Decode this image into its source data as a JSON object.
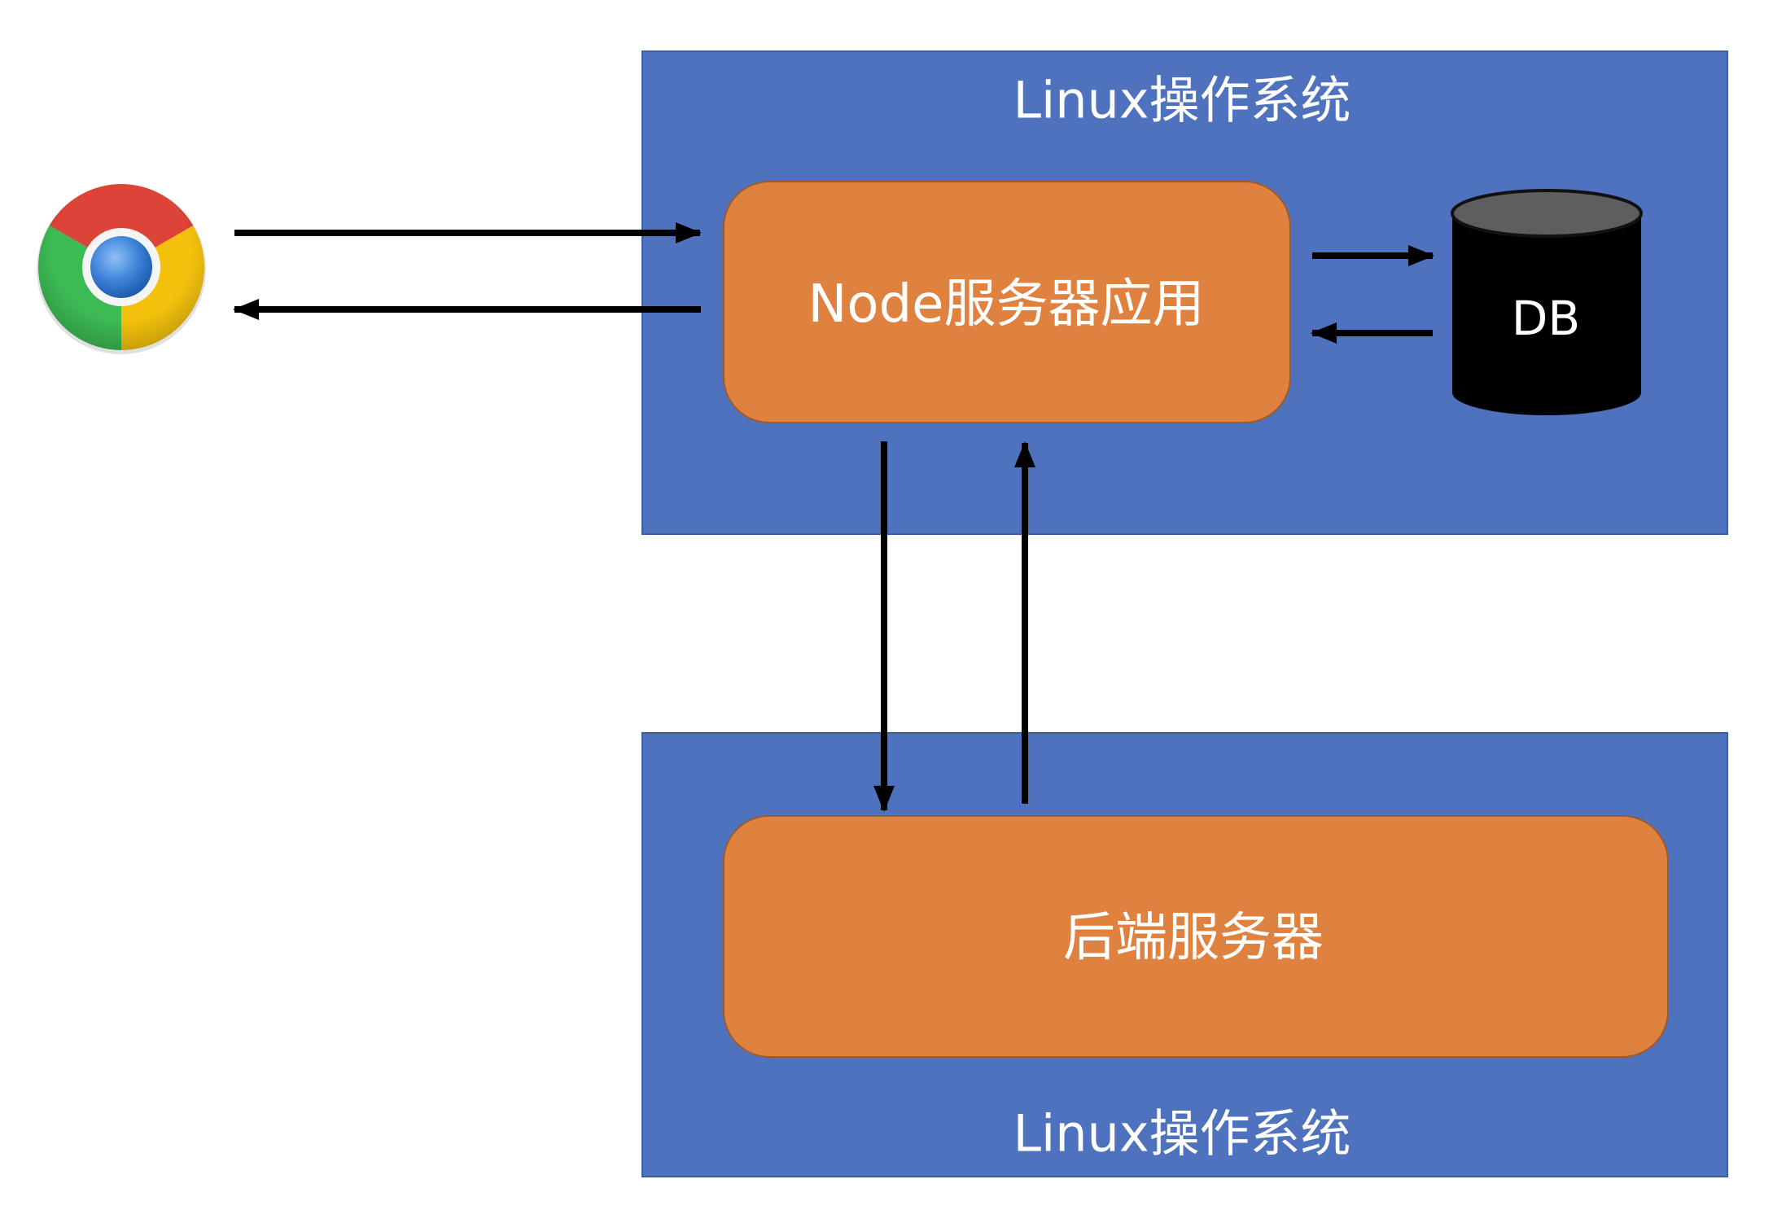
{
  "diagram": {
    "top_os_label": "Linux操作系统",
    "bottom_os_label": "Linux操作系统",
    "node_app_label": "Node服务器应用",
    "db_label": "DB",
    "backend_label": "后端服务器",
    "browser_icon": "chrome-icon"
  },
  "colors": {
    "os_box_fill": "#4F72BE",
    "os_box_stroke": "#3E5E9F",
    "app_box_fill": "#E0823F",
    "app_box_stroke": "#9E5A2A",
    "db_body": "#000000",
    "db_top": "#5E5E5E",
    "arrow": "#000000",
    "label_text": "#FFFFFF"
  }
}
